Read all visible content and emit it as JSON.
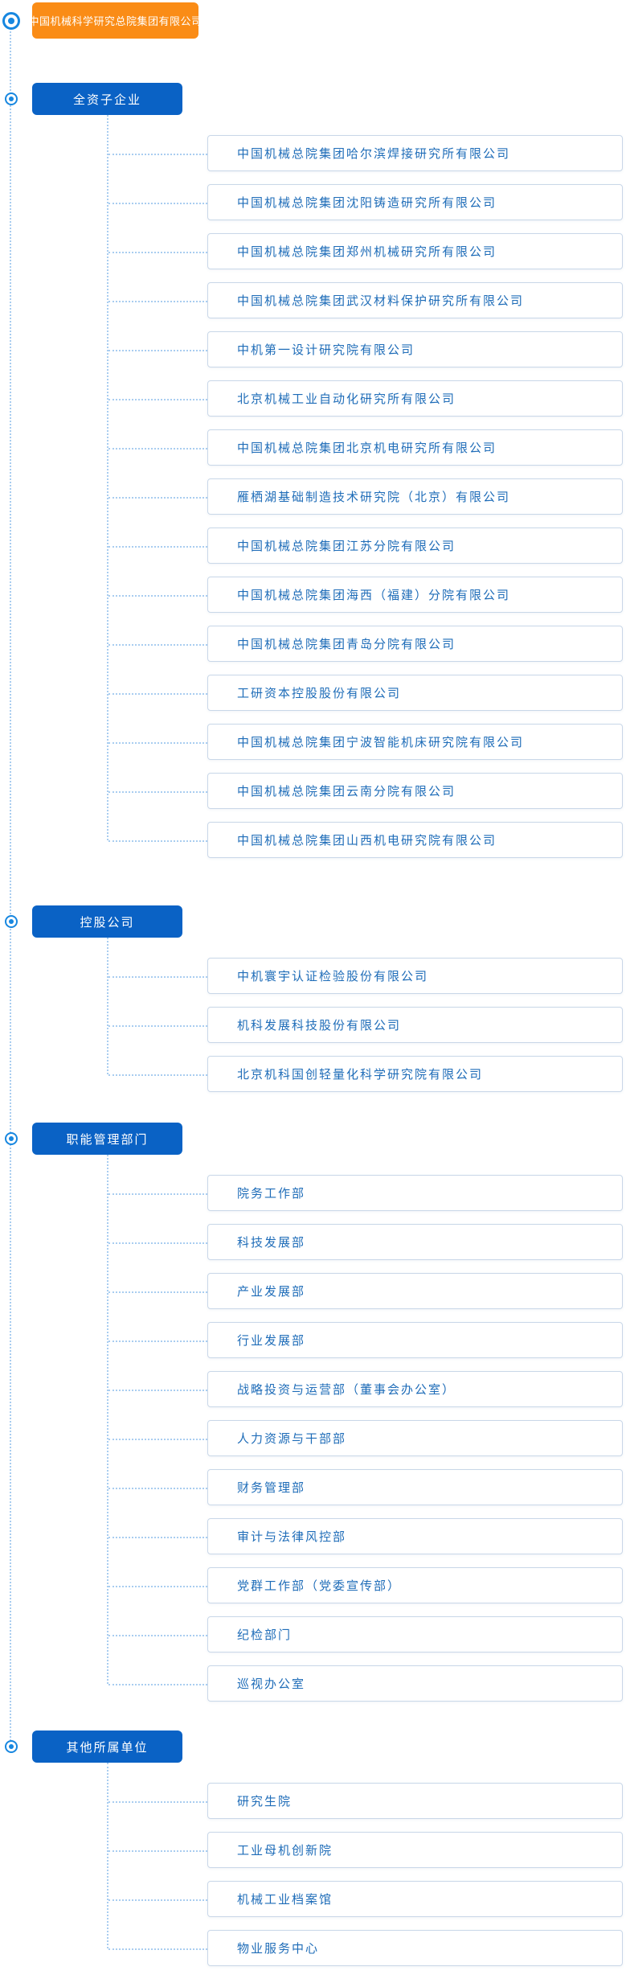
{
  "root": {
    "title": "中国机械科学研究总院集团有限公司"
  },
  "icons": {
    "node_marker": "bullseye-icon"
  },
  "colors": {
    "root_bg": "#FA8C16",
    "section_bg": "#0A62C5",
    "bullet": "#1787E0",
    "item_text": "#1E6CB8",
    "item_border": "#C9D7E8",
    "connector": "#A9CDF0"
  },
  "sections": [
    {
      "label": "全资子企业",
      "items": [
        "中国机械总院集团哈尔滨焊接研究所有限公司",
        "中国机械总院集团沈阳铸造研究所有限公司",
        "中国机械总院集团郑州机械研究所有限公司",
        "中国机械总院集团武汉材料保护研究所有限公司",
        "中机第一设计研究院有限公司",
        "北京机械工业自动化研究所有限公司",
        "中国机械总院集团北京机电研究所有限公司",
        "雁栖湖基础制造技术研究院（北京）有限公司",
        "中国机械总院集团江苏分院有限公司",
        "中国机械总院集团海西（福建）分院有限公司",
        "中国机械总院集团青岛分院有限公司",
        "工研资本控股股份有限公司",
        "中国机械总院集团宁波智能机床研究院有限公司",
        "中国机械总院集团云南分院有限公司",
        "中国机械总院集团山西机电研究院有限公司"
      ]
    },
    {
      "label": "控股公司",
      "items": [
        "中机寰宇认证检验股份有限公司",
        "机科发展科技股份有限公司",
        "北京机科国创轻量化科学研究院有限公司"
      ]
    },
    {
      "label": "职能管理部门",
      "items": [
        "院务工作部",
        "科技发展部",
        "产业发展部",
        "行业发展部",
        "战略投资与运营部（董事会办公室）",
        "人力资源与干部部",
        "财务管理部",
        "审计与法律风控部",
        "党群工作部（党委宣传部）",
        "纪检部门",
        "巡视办公室"
      ]
    },
    {
      "label": "其他所属单位",
      "items": [
        "研究生院",
        "工业母机创新院",
        "机械工业档案馆",
        "物业服务中心"
      ]
    }
  ]
}
